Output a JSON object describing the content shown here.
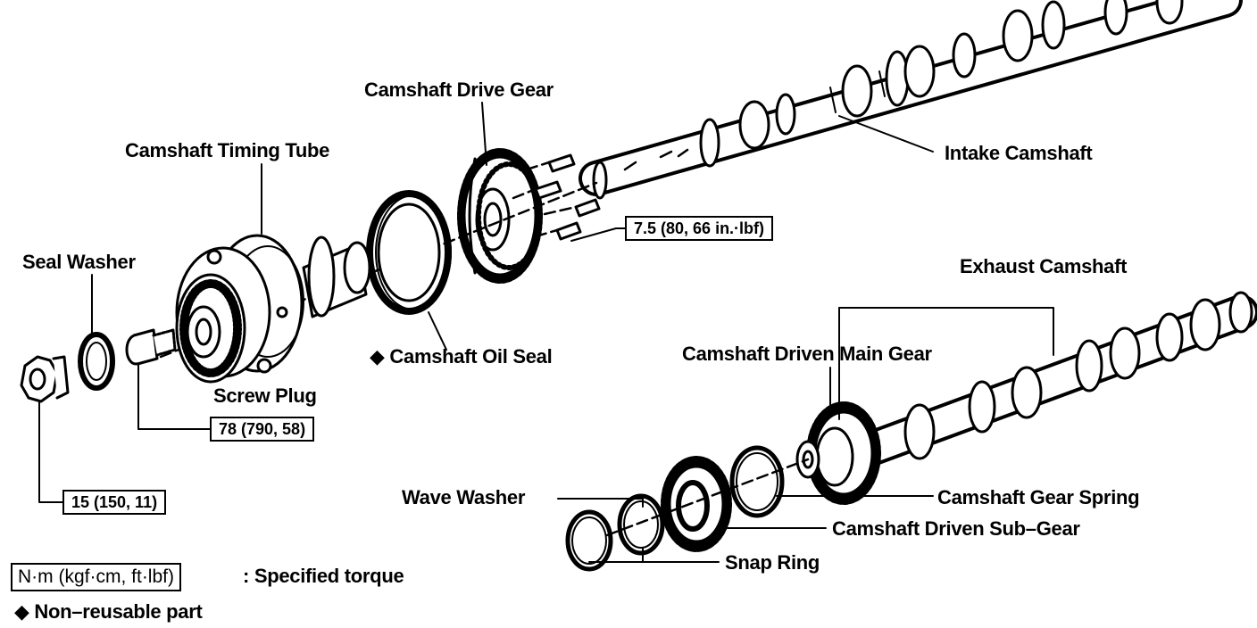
{
  "labels": {
    "drive_gear": "Camshaft Drive Gear",
    "timing_tube": "Camshaft Timing Tube",
    "intake_camshaft": "Intake Camshaft",
    "seal_washer": "Seal Washer",
    "exhaust_camshaft": "Exhaust Camshaft",
    "oil_seal": "◆ Camshaft Oil Seal",
    "driven_main_gear": "Camshaft Driven Main Gear",
    "screw_plug": "Screw Plug",
    "wave_washer": "Wave Washer",
    "gear_spring": "Camshaft Gear Spring",
    "driven_sub_gear": "Camshaft Driven Sub–Gear",
    "snap_ring": "Snap Ring"
  },
  "torques": {
    "drive_gear_bolts": "7.5 (80, 66 in.·lbf)",
    "screw_plug": "78 (790, 58)",
    "seal_bolt": "15 (150, 11)"
  },
  "legend": {
    "torque_unit": "N·m (kgf·cm, ft·lbf)",
    "torque_desc": ": Specified torque",
    "non_reusable": "◆ Non–reusable part"
  }
}
